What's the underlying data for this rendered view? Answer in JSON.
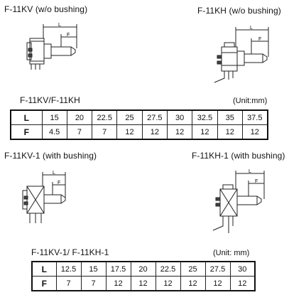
{
  "diagrams": {
    "top_left": {
      "title": "F-11KV (w/o bushing)",
      "dim_L": "L",
      "dim_F": "F"
    },
    "top_right": {
      "title": "F-11KH (w/o bushing)",
      "dim_L": "L",
      "dim_F": "F"
    },
    "bottom_left": {
      "title": "F-11KV-1 (with bushing)",
      "dim_L": "L",
      "dim_F": "F"
    },
    "bottom_right": {
      "title": "F-11KH-1 (with bushing)",
      "dim_L": "L",
      "dim_F": "F"
    }
  },
  "table1": {
    "caption": "F-11KV/F-11KH",
    "unit": "(Unit:mm)",
    "row_L_label": "L",
    "row_F_label": "F",
    "L": [
      "15",
      "20",
      "22.5",
      "25",
      "27.5",
      "30",
      "32.5",
      "35",
      "37.5"
    ],
    "F": [
      "4.5",
      "7",
      "7",
      "12",
      "12",
      "12",
      "12",
      "12",
      "12"
    ]
  },
  "table2": {
    "caption": "F-11KV-1/ F-11KH-1",
    "unit": "(Unit: mm)",
    "row_L_label": "L",
    "row_F_label": "F",
    "L": [
      "12.5",
      "15",
      "17.5",
      "20",
      "22.5",
      "25",
      "27.5",
      "30"
    ],
    "F": [
      "7",
      "7",
      "12",
      "12",
      "12",
      "12",
      "12",
      "12"
    ]
  }
}
